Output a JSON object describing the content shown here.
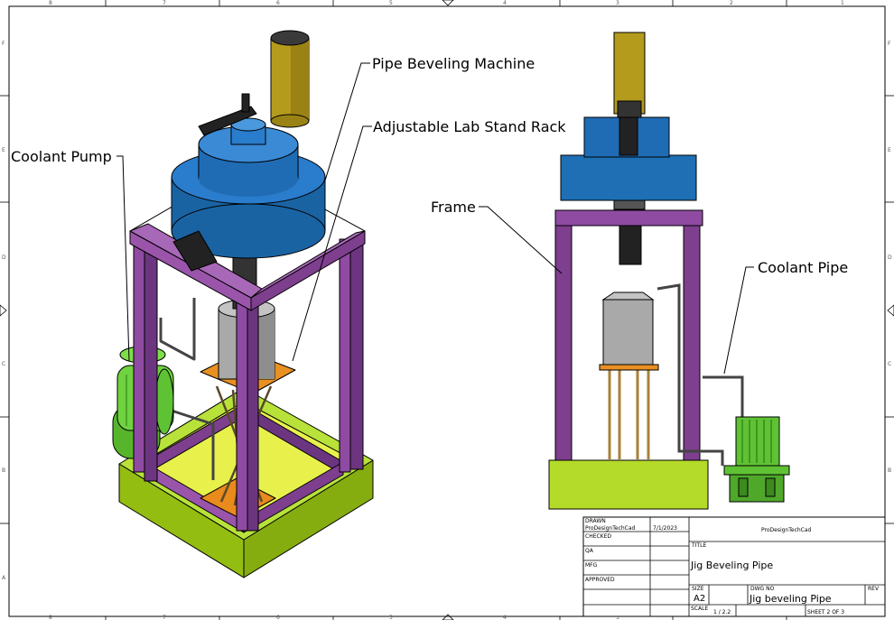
{
  "callouts": {
    "pipe_beveling_machine": "Pipe Beveling Machine",
    "adjustable_lab_stand_rack": "Adjustable Lab Stand Rack",
    "coolant_pump": "Coolant Pump",
    "frame": "Frame",
    "coolant_pipe": "Coolant Pipe"
  },
  "title_block": {
    "drawn_label": "DRAWN",
    "drawn_by": "ProDesignTechCad",
    "drawn_date": "7/1/2023",
    "checked_label": "CHECKED",
    "qa_label": "QA",
    "mfg_label": "MFG",
    "approved_label": "APPROVED",
    "company": "ProDesignTechCad",
    "title_label": "TITLE",
    "title": "Jig Beveling Pipe",
    "size_label": "SIZE",
    "size": "A2",
    "dwg_no_label": "DWG NO",
    "dwg_no": "Jig beveling Pipe",
    "rev_label": "REV",
    "scale_label": "SCALE",
    "scale": "1 / 2.2",
    "sheet": "SHEET 2  OF 3"
  },
  "border": {
    "top_marks": [
      "8",
      "7",
      "6",
      "5",
      "4",
      "3",
      "2",
      "1"
    ],
    "side_marks": [
      "F",
      "E",
      "D",
      "C",
      "B",
      "A"
    ]
  },
  "colors": {
    "frame_purple": "#7e3f8f",
    "machine_blue": "#1e6fb4",
    "motor_gold": "#b49b1c",
    "base_lime": "#a5cf1e",
    "pump_green": "#5fc234",
    "plate_orange": "#e89022",
    "cylinder_gray": "#a9a9a9"
  }
}
